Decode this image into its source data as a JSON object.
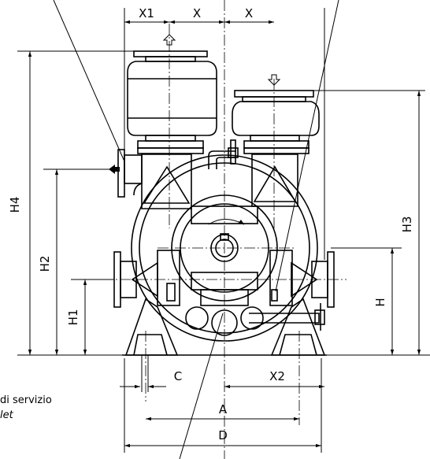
{
  "dimensions": {
    "x1": "X1",
    "x": "X",
    "h4": "H4",
    "h3": "H3",
    "h2": "H2",
    "h1": "H1",
    "h": "H",
    "c": "C",
    "x2": "X2",
    "a": "A",
    "d": "D"
  },
  "notes": {
    "service_label": "di  servizio",
    "outlet_label": "let"
  }
}
